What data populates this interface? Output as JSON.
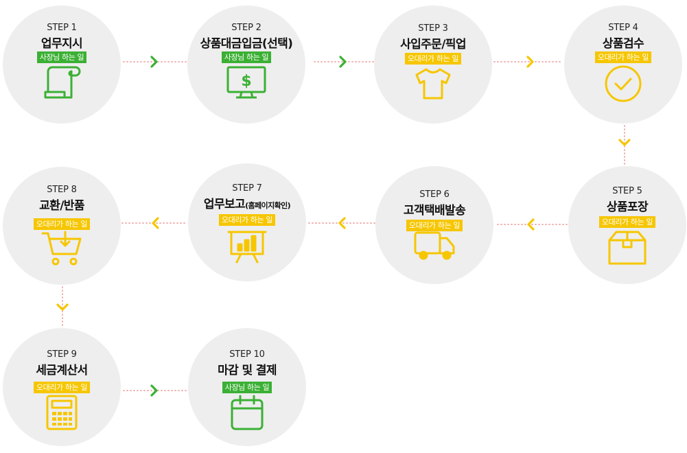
{
  "colors": {
    "green": "#3bb034",
    "yellow": "#f6c600",
    "circle": "#eeeeee",
    "dots": "#f0b0b0"
  },
  "steps": [
    {
      "step": "STEP 1",
      "title": "업무지시",
      "badge": "사장님 하는 일",
      "badge_color": "green",
      "icon": "document-scroll-icon"
    },
    {
      "step": "STEP 2",
      "title": "상품대금입금(선택)",
      "badge": "사장님 하는 일",
      "badge_color": "green",
      "icon": "monitor-dollar-icon"
    },
    {
      "step": "STEP 3",
      "title": "사입주문/픽업",
      "badge": "오대리가 하는 일",
      "badge_color": "yellow",
      "icon": "tshirt-icon"
    },
    {
      "step": "STEP 4",
      "title": "상품검수",
      "badge": "오대리가 하는 일",
      "badge_color": "yellow",
      "icon": "check-circle-icon"
    },
    {
      "step": "STEP 5",
      "title": "상품포장",
      "badge": "오대리가 하는 일",
      "badge_color": "yellow",
      "icon": "box-icon"
    },
    {
      "step": "STEP 6",
      "title": "고객택배발송",
      "badge": "오대리가 하는 일",
      "badge_color": "yellow",
      "icon": "truck-icon"
    },
    {
      "step": "STEP 7",
      "title": "업무보고",
      "title_sub": "(홈페이지확인)",
      "badge": "오대리가 하는 일",
      "badge_color": "yellow",
      "icon": "presentation-chart-icon"
    },
    {
      "step": "STEP 8",
      "title": "교환/반품",
      "badge": "오대리가 하는 일",
      "badge_color": "yellow",
      "icon": "cart-return-icon"
    },
    {
      "step": "STEP 9",
      "title": "세금계산서",
      "badge": "오대리가 하는 일",
      "badge_color": "yellow",
      "icon": "calculator-icon"
    },
    {
      "step": "STEP 10",
      "title": "마감 및 결제",
      "badge": "사장님 하는 일",
      "badge_color": "green",
      "icon": "calendar-icon"
    }
  ],
  "connectors": [
    {
      "from": "STEP 1",
      "to": "STEP 2",
      "direction": "right",
      "color": "green"
    },
    {
      "from": "STEP 2",
      "to": "STEP 3",
      "direction": "right",
      "color": "green"
    },
    {
      "from": "STEP 3",
      "to": "STEP 4",
      "direction": "right",
      "color": "yellow"
    },
    {
      "from": "STEP 4",
      "to": "STEP 5",
      "direction": "down",
      "color": "yellow"
    },
    {
      "from": "STEP 5",
      "to": "STEP 6",
      "direction": "left",
      "color": "yellow"
    },
    {
      "from": "STEP 6",
      "to": "STEP 7",
      "direction": "left",
      "color": "yellow"
    },
    {
      "from": "STEP 7",
      "to": "STEP 8",
      "direction": "left",
      "color": "yellow"
    },
    {
      "from": "STEP 8",
      "to": "STEP 9",
      "direction": "down",
      "color": "yellow"
    },
    {
      "from": "STEP 9",
      "to": "STEP 10",
      "direction": "right",
      "color": "green"
    }
  ]
}
